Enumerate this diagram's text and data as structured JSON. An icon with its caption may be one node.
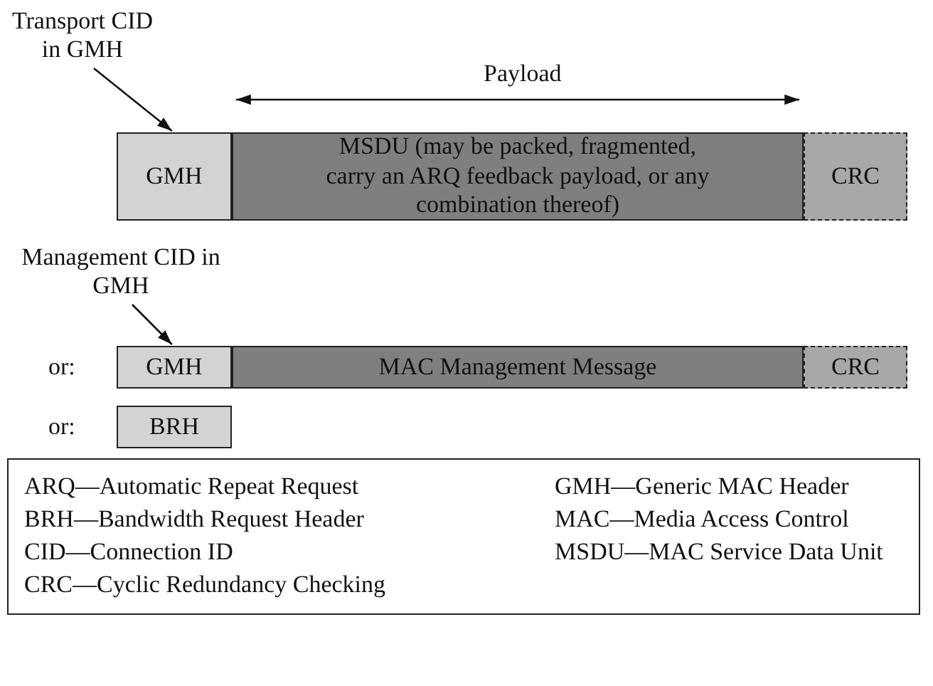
{
  "diagram": {
    "nodes": [
      {
        "text": [
          "Transport CID in GMH"
        ]
      },
      {
        "text": [
          "GMH"
        ]
      },
      {
        "text": [
          "MSDU (may be packed, fragmented, carry an ARQ feedback payload, or any combination thereof)"
        ]
      },
      {
        "text": [
          "CRC"
        ]
      },
      {
        "text": [
          "Management CID in GMH"
        ]
      },
      {
        "text": [
          "GMH"
        ]
      },
      {
        "text": [
          "MAC Management Message"
        ]
      },
      {
        "text": [
          "CRC"
        ]
      },
      {
        "text": [
          "BRH"
        ]
      }
    ],
    "edges": [
      {
        "from": 0,
        "to": 1,
        "arrow": "to"
      },
      {
        "from": 4,
        "to": 5,
        "arrow": "to"
      }
    ],
    "labels": [
      "Payload",
      "or:",
      "or:",
      "ARQ—Automatic Repeat Request",
      "GMH—Generic MAC Header",
      "BRH—Bandwidth Request Header",
      "MAC—Media Access Control",
      "CID—Connection ID",
      "MSDU—MAC Service Data Unit",
      "CRC—Cyclic Redundancy Checking"
    ]
  }
}
